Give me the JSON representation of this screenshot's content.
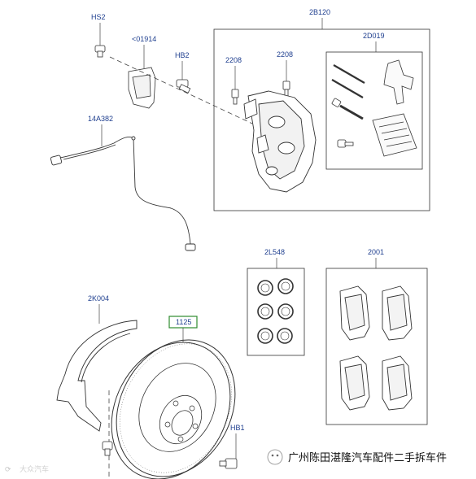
{
  "labels": {
    "hs2": "HS2",
    "p01914": "<01914",
    "hb2": "HB2",
    "p2208a": "2208",
    "p2208b": "2208",
    "p2b120": "2B120",
    "p2d019": "2D019",
    "p14a382": "14A382",
    "p2l548": "2L548",
    "p2001": "2001",
    "p2k004": "2K004",
    "p1125": "1125",
    "hb1": "HB1"
  },
  "watermark": {
    "right_text": "广州陈田湛隆汽车配件二手拆车件",
    "left_text": "大众汽车"
  },
  "colors": {
    "label": "#1f3f8f",
    "highlight_box": "#2e8b2e",
    "line": "#333333"
  }
}
